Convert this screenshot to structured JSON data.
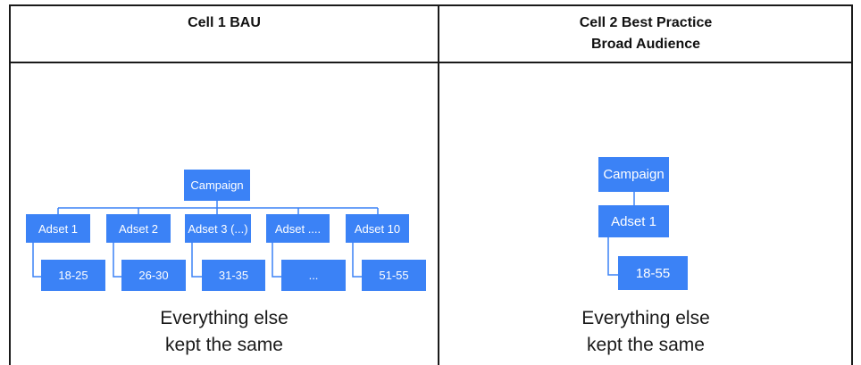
{
  "headers": {
    "cell1": [
      "Cell 1 BAU"
    ],
    "cell2": [
      "Cell 2 Best Practice",
      "Broad Audience"
    ]
  },
  "cell1": {
    "campaign": "Campaign",
    "adsets": [
      "Adset 1",
      "Adset 2",
      "Adset 3 (...)",
      "Adset ....",
      "Adset 10"
    ],
    "ages": [
      "18-25",
      "26-30",
      "31-35",
      "...",
      "51-55"
    ],
    "caption": [
      "Everything else",
      "kept the same"
    ]
  },
  "cell2": {
    "campaign": "Campaign",
    "adset": "Adset 1",
    "age": "18-55",
    "caption": [
      "Everything else",
      "kept the same"
    ]
  },
  "colors": {
    "box": "#3b82f6",
    "line": "#3b82f6",
    "border": "#1a1a1a"
  }
}
